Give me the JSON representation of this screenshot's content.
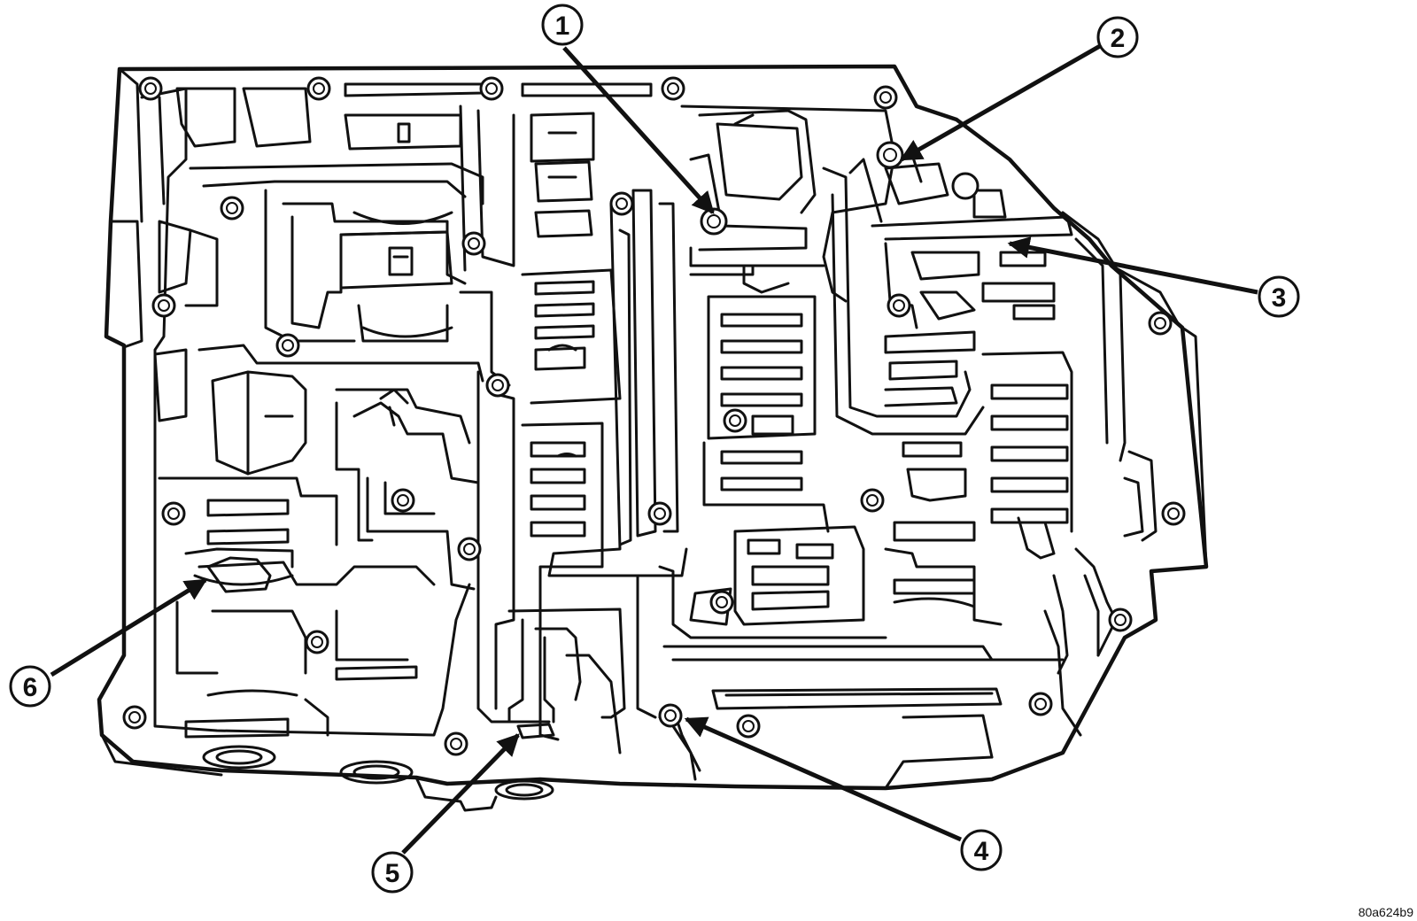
{
  "callouts": [
    {
      "id": "1",
      "label": "1"
    },
    {
      "id": "2",
      "label": "2"
    },
    {
      "id": "3",
      "label": "3"
    },
    {
      "id": "4",
      "label": "4"
    },
    {
      "id": "5",
      "label": "5"
    },
    {
      "id": "6",
      "label": "6"
    }
  ],
  "figure_reference": "80a624b9"
}
